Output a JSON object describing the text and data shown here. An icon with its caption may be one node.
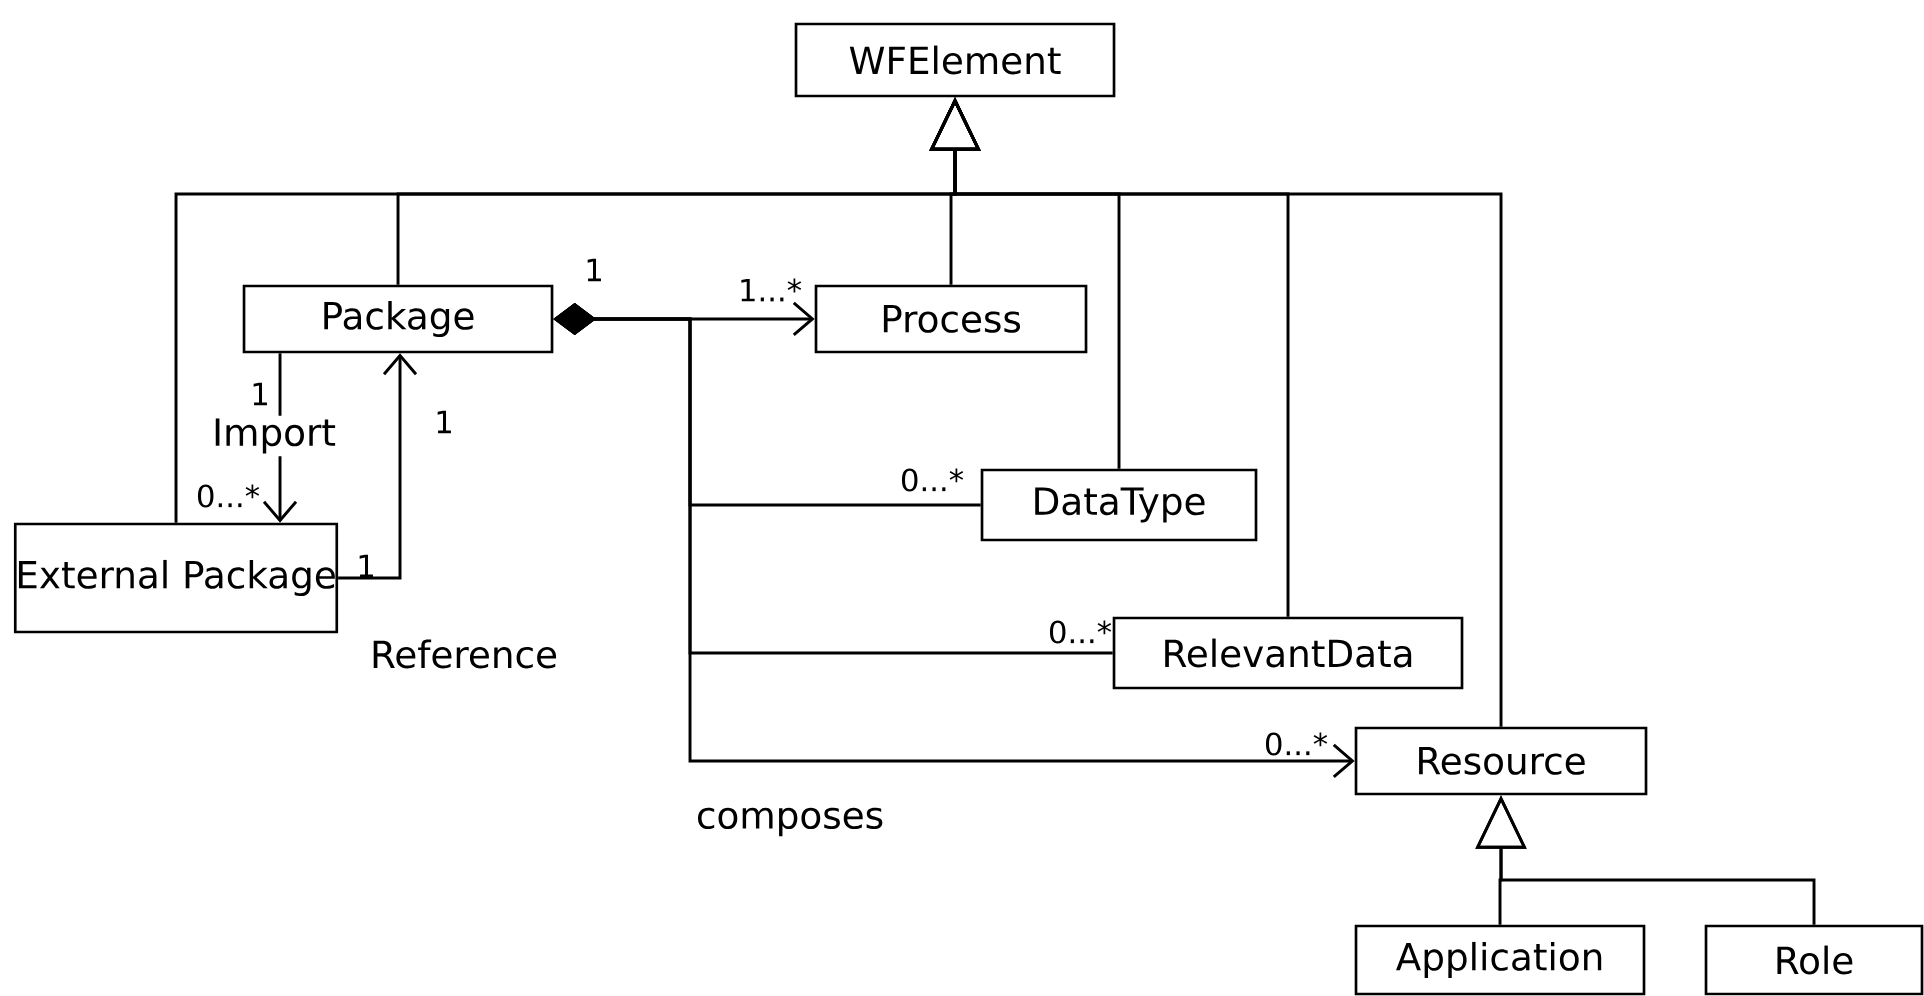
{
  "diagram": {
    "nodes": [
      {
        "text": [
          "WFElement"
        ]
      },
      {
        "text": [
          "Package"
        ]
      },
      {
        "text": [
          "Process"
        ]
      },
      {
        "text": [
          "External Package"
        ]
      },
      {
        "text": [
          "DataType"
        ]
      },
      {
        "text": [
          "RelevantData"
        ]
      },
      {
        "text": [
          "Resource"
        ]
      },
      {
        "text": [
          "Application"
        ]
      },
      {
        "text": [
          "Role"
        ]
      }
    ],
    "edges": [
      {
        "from": 1,
        "to": 0,
        "arrow": "to"
      },
      {
        "from": 3,
        "to": 0,
        "arrow": "to"
      },
      {
        "from": 2,
        "to": 0,
        "arrow": "to"
      },
      {
        "from": 4,
        "to": 0,
        "arrow": "to"
      },
      {
        "from": 5,
        "to": 0,
        "arrow": "to"
      },
      {
        "from": 6,
        "to": 0,
        "arrow": "to"
      },
      {
        "from": 7,
        "to": 6,
        "arrow": "to"
      },
      {
        "from": 8,
        "to": 6,
        "arrow": "to"
      },
      {
        "from": 1,
        "to": 2,
        "arrow": "to"
      },
      {
        "from": 1,
        "to": 4,
        "arrow": "other"
      },
      {
        "from": 1,
        "to": 5,
        "arrow": "other"
      },
      {
        "from": 1,
        "to": 6,
        "arrow": "to"
      },
      {
        "from": 1,
        "to": 3,
        "arrow": "to",
        "label": "Import"
      },
      {
        "from": 3,
        "to": 1,
        "arrow": "to",
        "label": "Reference"
      }
    ],
    "labels": [
      "1",
      "1...*",
      "1",
      "1",
      "0...*",
      "1",
      "0...*",
      "0...*",
      "0...*",
      "composes"
    ]
  }
}
